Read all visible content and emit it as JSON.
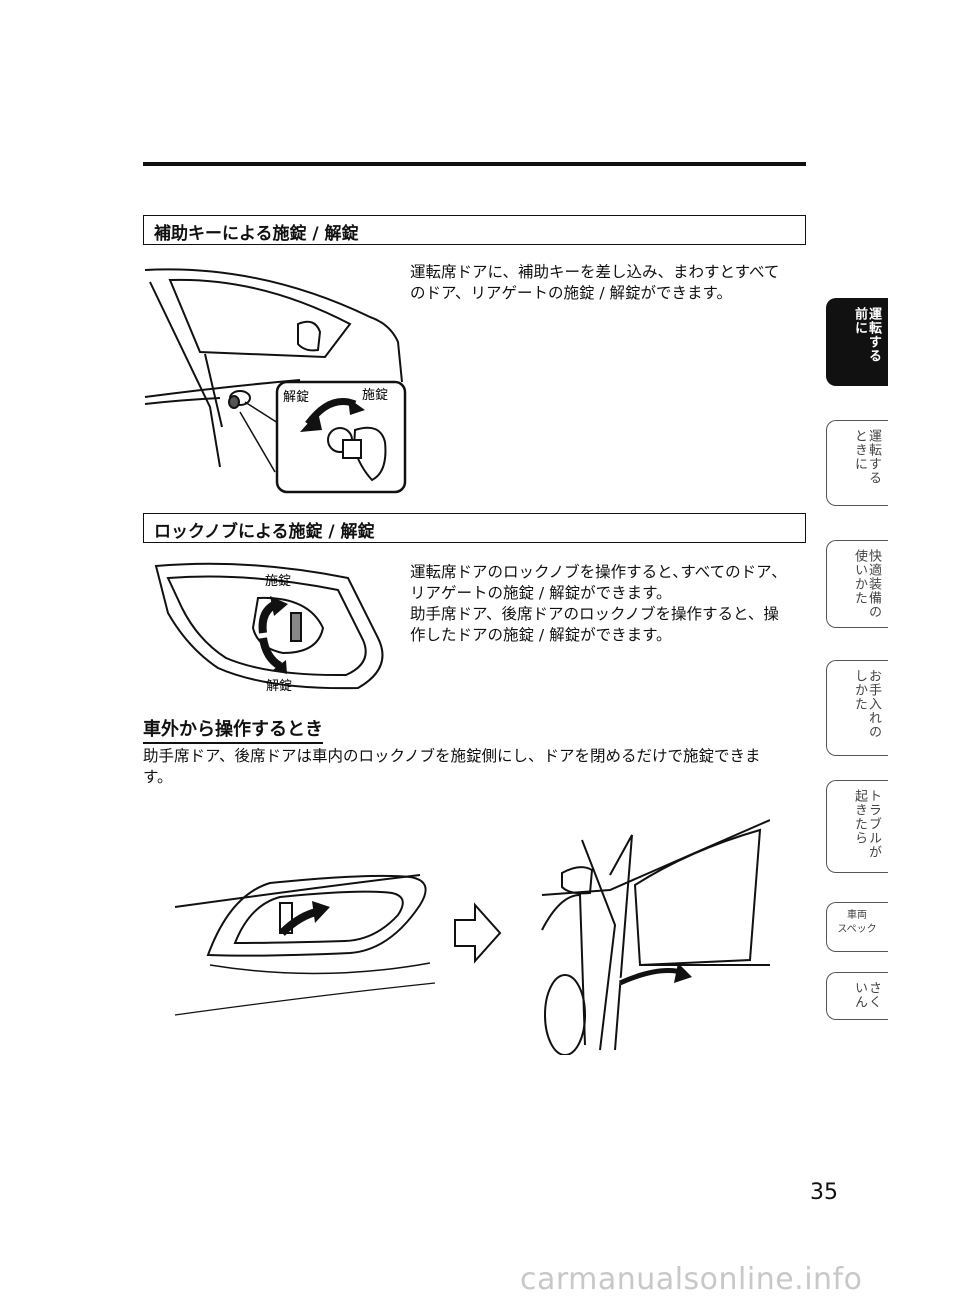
{
  "section1": {
    "title": "補助キーによる施錠 / 解錠",
    "body": "運転席ドアに、補助キーを差し込み、まわすとすべて\nのドア、リアゲートの施錠 / 解錠ができます。",
    "label_unlock": "解錠",
    "label_lock": "施錠"
  },
  "section2": {
    "title": "ロックノブによる施錠 / 解錠",
    "body": "運転席ドアのロックノブを操作すると､すべてのドア､\nリアゲートの施錠 / 解錠ができます。\n助手席ドア、後席ドアのロックノブを操作すると、操\n作したドアの施錠 / 解錠ができます。",
    "label_lock": "施錠",
    "label_unlock": "解錠"
  },
  "section3": {
    "heading": "車外から操作するとき",
    "body": "助手席ドア、後席ドアは車内のロックノブを施錠側にし、ドアを閉めるだけで施錠できま\nす。"
  },
  "side_tabs": [
    {
      "label": "運転する\n前に",
      "active": true
    },
    {
      "label": "運転する\nときに",
      "active": false
    },
    {
      "label": "快適装備の\n使いかた",
      "active": false
    },
    {
      "label": "お手入れの\nしかた",
      "active": false
    },
    {
      "label": "トラブルが\n起きたら",
      "active": false
    },
    {
      "label": "車両\nスペック",
      "active": false
    },
    {
      "label": "さく\nいん",
      "active": false
    }
  ],
  "page_number": "35",
  "watermark": "carmanualsonline.info"
}
